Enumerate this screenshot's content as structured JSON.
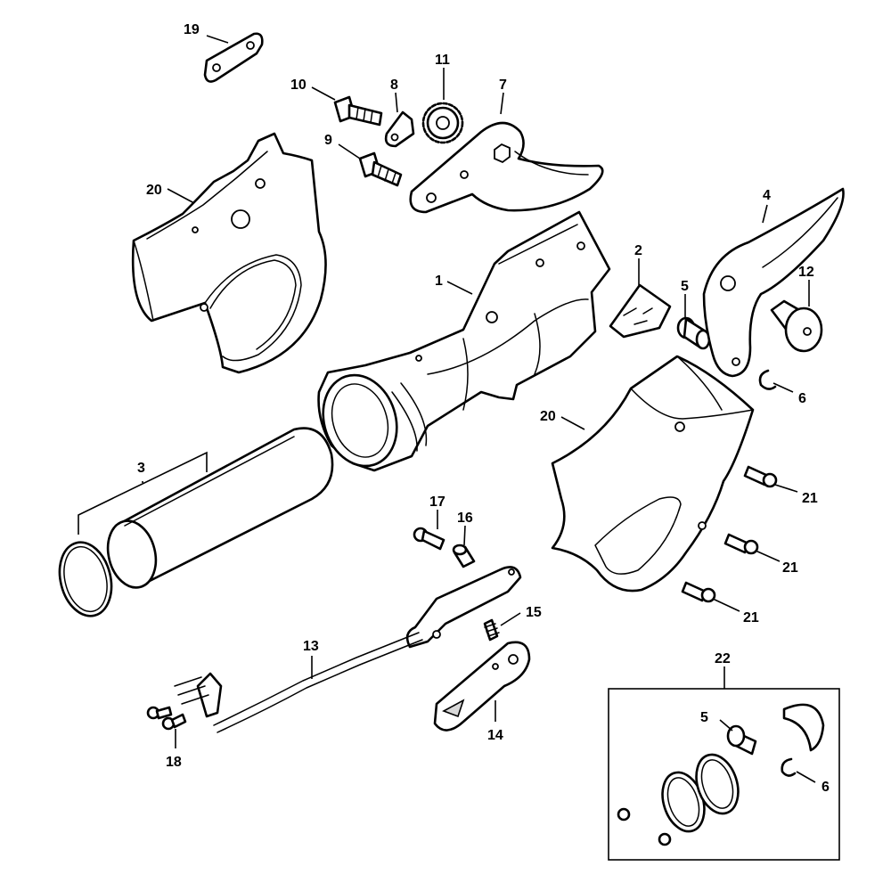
{
  "callouts": {
    "c1": "1",
    "c2": "2",
    "c3": "3",
    "c4": "4",
    "c5a": "5",
    "c5b": "5",
    "c6a": "6",
    "c6b": "6",
    "c7": "7",
    "c8": "8",
    "c9": "9",
    "c10": "10",
    "c11": "11",
    "c12": "12",
    "c13": "13",
    "c14": "14",
    "c15": "15",
    "c16": "16",
    "c17": "17",
    "c18": "18",
    "c19": "19",
    "c20a": "20",
    "c20b": "20",
    "c21a": "21",
    "c21b": "21",
    "c21c": "21",
    "c22": "22"
  }
}
